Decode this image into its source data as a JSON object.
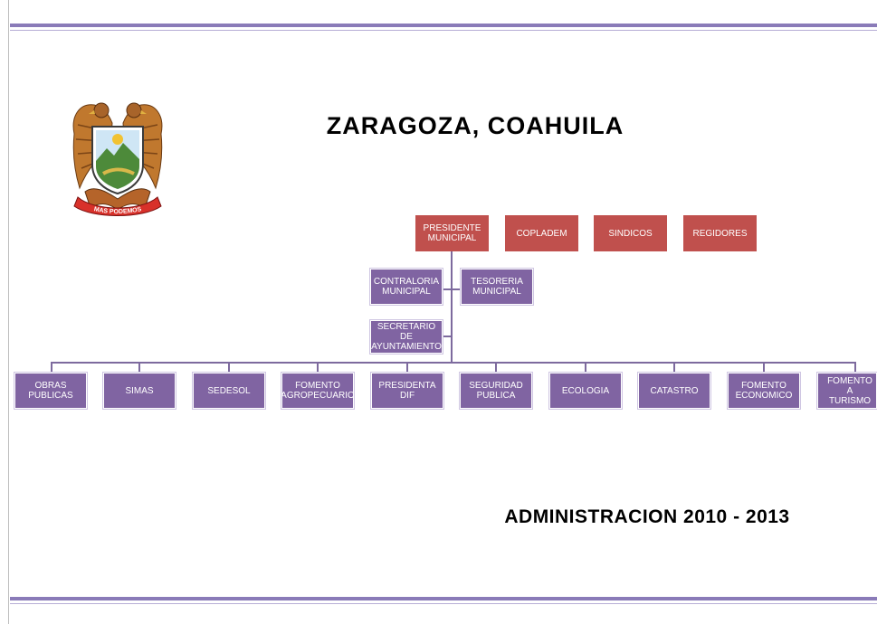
{
  "header": {
    "title": "ZARAGOZA, COAHUILA",
    "logo_motto": "MAS PODEMOS"
  },
  "colors": {
    "red_box": "#c0504d",
    "purple_box": "#8064a2",
    "band": "#8a7bb8",
    "connector": "#7d6a9e"
  },
  "org": {
    "top_row": [
      "PRESIDENTE\nMUNICIPAL",
      "COPLADEM",
      "SINDICOS",
      "REGIDORES"
    ],
    "staff_left": [
      "CONTRALORIA\nMUNICIPAL",
      "SECRETARIO DE\nAYUNTAMIENTO"
    ],
    "staff_right": [
      "TESORERIA\nMUNICIPAL"
    ],
    "departments": [
      "OBRAS PUBLICAS",
      "SIMAS",
      "SEDESOL",
      "FOMENTO\nAGROPECUARIO",
      "PRESIDENTA DIF",
      "SEGURIDAD\nPUBLICA",
      "ECOLOGIA",
      "CATASTRO",
      "FOMENTO\nECONOMICO",
      "FOMENTO A\nTURISMO"
    ]
  },
  "footer": {
    "text": "ADMINISTRACION 2010 - 2013"
  }
}
